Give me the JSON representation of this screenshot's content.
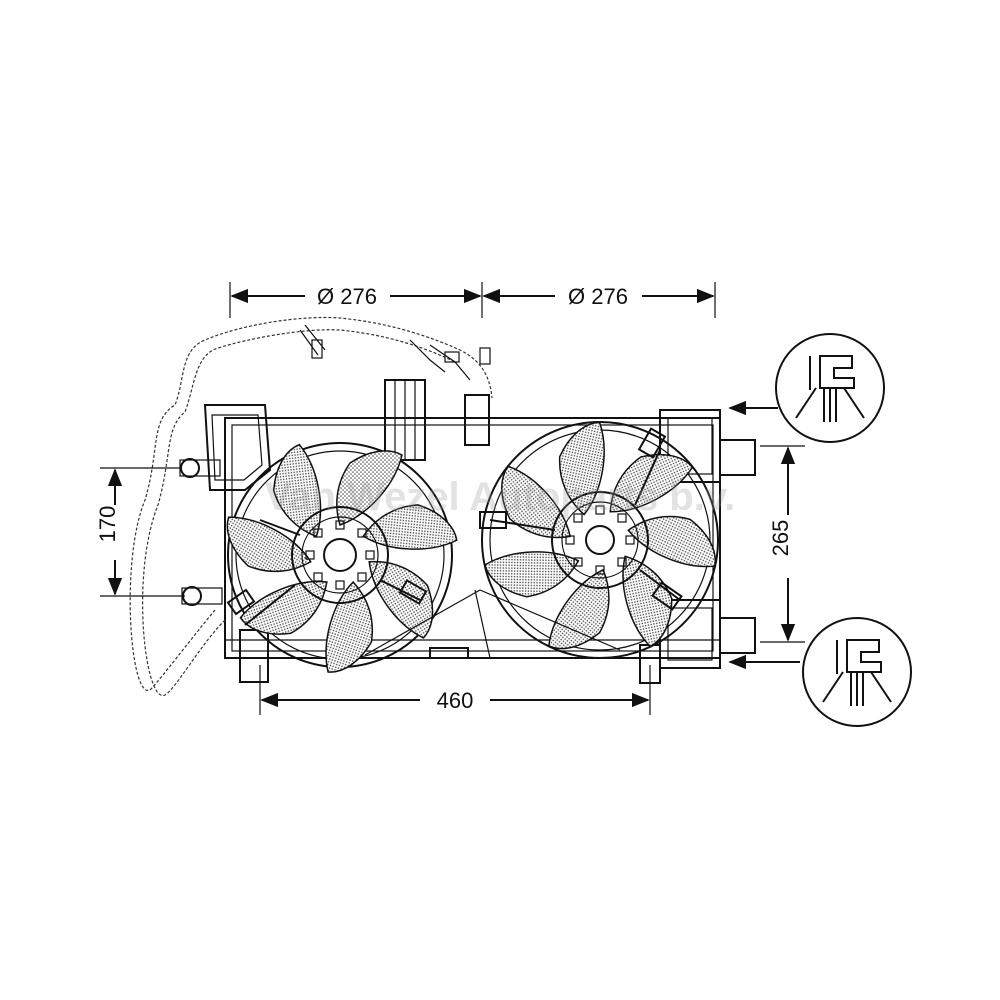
{
  "dimensions": {
    "fan_left_diameter": "Ø 276",
    "fan_right_diameter": "Ø 276",
    "mount_spacing_left": "170",
    "mount_spacing_right": "265",
    "frame_width": "460"
  },
  "watermark": "Van Wezel Autoparts b.v.",
  "icons": {
    "top": "mounting-bracket-icon",
    "bottom": "mounting-bracket-icon"
  },
  "colors": {
    "line": "#111111",
    "background": "#ffffff"
  }
}
